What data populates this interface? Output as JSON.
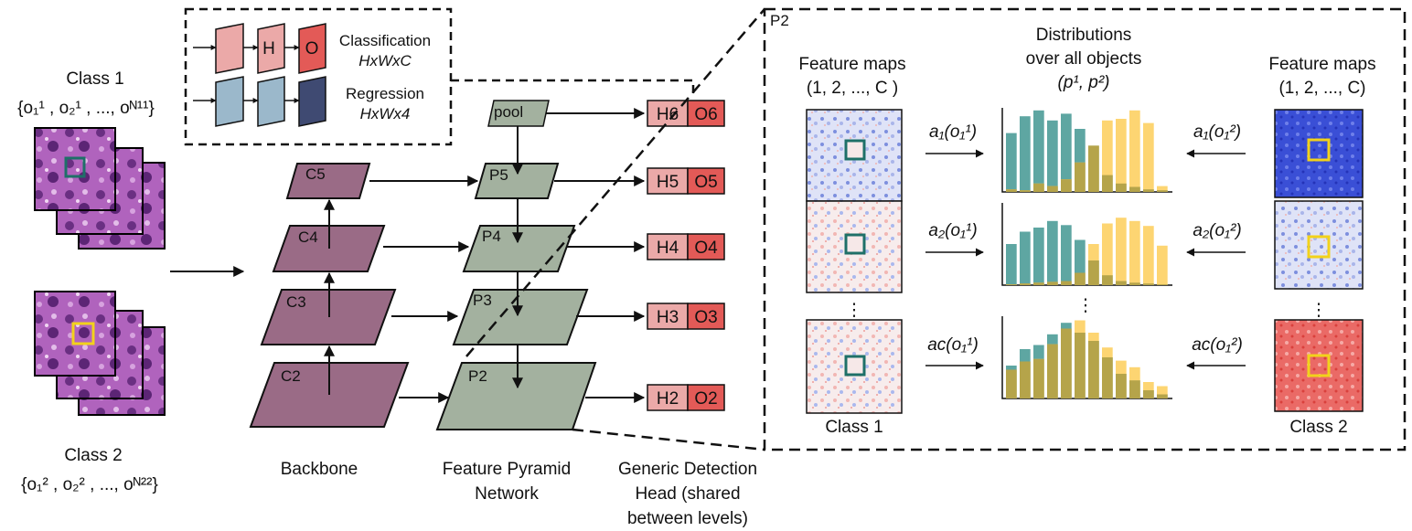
{
  "left": {
    "class1": {
      "title": "Class 1",
      "set": "{o₁¹ , o₂¹ , ..., oᴺ¹¹}"
    },
    "class2": {
      "title": "Class 2",
      "set": "{o₁² , o₂² , ..., oᴺ²²}"
    }
  },
  "legend": {
    "cls_h": "H",
    "cls_o": "O",
    "cls_title": "Classification",
    "cls_dims": "HxWxC",
    "reg_title": "Regression",
    "reg_dims": "HxWx4"
  },
  "backbone": {
    "label": "Backbone",
    "levels": [
      "C2",
      "C3",
      "C4",
      "C5"
    ]
  },
  "fpn": {
    "label1": "Feature Pyramid",
    "label2": "Network",
    "pool": "pool",
    "levels": [
      "P2",
      "P3",
      "P4",
      "P5"
    ]
  },
  "heads": {
    "rows": [
      {
        "h": "H6",
        "o": "O6"
      },
      {
        "h": "H5",
        "o": "O5"
      },
      {
        "h": "H4",
        "o": "O4"
      },
      {
        "h": "H3",
        "o": "O3"
      },
      {
        "h": "H2",
        "o": "O2"
      }
    ],
    "label1": "Generic Detection",
    "label2": "Head (shared",
    "label3": "between levels)"
  },
  "zoom": {
    "panel_label": "P2",
    "fm_left_1": "Feature maps",
    "fm_left_2": "(1, 2, ..., C )",
    "dist_1": "Distributions",
    "dist_2": "over all objects",
    "dist_3": "(p¹, p²)",
    "fm_right_1": "Feature maps",
    "fm_right_2": "(1, 2, ..., C)",
    "class1_caption": "Class 1",
    "class2_caption": "Class 2",
    "a_left": [
      "a₁(o₁¹)",
      "a₂(o₁¹)",
      "aᴄ(o₁¹)"
    ],
    "a_right": [
      "a₁(o₁²)",
      "a₂(o₁²)",
      "aᴄ(o₁²)"
    ],
    "ellipsis": "⋮"
  },
  "colors": {
    "backbone": "#9a6b86",
    "fpn": "#a3b19f",
    "head_h": "#eba9a8",
    "head_o": "#e35a57",
    "reg_light": "#9bb8cb",
    "reg_dark": "#3f4a72",
    "teal": "#5ea6a2",
    "gold": "#fdd572",
    "olive": "#b5a44a",
    "box_teal": "#1e7068",
    "box_yellow": "#f2d21b"
  },
  "chart_data": [
    {
      "type": "bar",
      "title": "",
      "series": [
        {
          "name": "",
          "values": [
            0.7,
            0.9,
            0.97,
            0.85,
            0.93,
            0.75,
            0.55,
            0.2,
            0.1,
            0.06,
            0.03,
            0.02
          ]
        },
        {
          "name": "",
          "values": [
            0.03,
            0.02,
            0.1,
            0.07,
            0.15,
            0.35,
            0.55,
            0.85,
            0.87,
            0.97,
            0.82,
            0.07
          ]
        }
      ]
    },
    {
      "type": "bar",
      "title": "",
      "series": [
        {
          "name": "",
          "values": [
            0.5,
            0.65,
            0.7,
            0.78,
            0.73,
            0.55,
            0.3,
            0.12,
            0.05,
            0.03,
            0.02,
            0.01
          ]
        },
        {
          "name": "",
          "values": [
            0.01,
            0.02,
            0.03,
            0.04,
            0.05,
            0.15,
            0.5,
            0.75,
            0.82,
            0.78,
            0.72,
            0.48
          ]
        }
      ]
    },
    {
      "type": "bar",
      "title": "",
      "series": [
        {
          "name": "",
          "values": [
            0.4,
            0.6,
            0.65,
            0.78,
            0.92,
            0.8,
            0.7,
            0.5,
            0.3,
            0.22,
            0.1,
            0.05
          ]
        },
        {
          "name": "",
          "values": [
            0.35,
            0.45,
            0.48,
            0.66,
            0.85,
            0.95,
            0.8,
            0.62,
            0.46,
            0.38,
            0.2,
            0.15
          ]
        }
      ]
    }
  ]
}
